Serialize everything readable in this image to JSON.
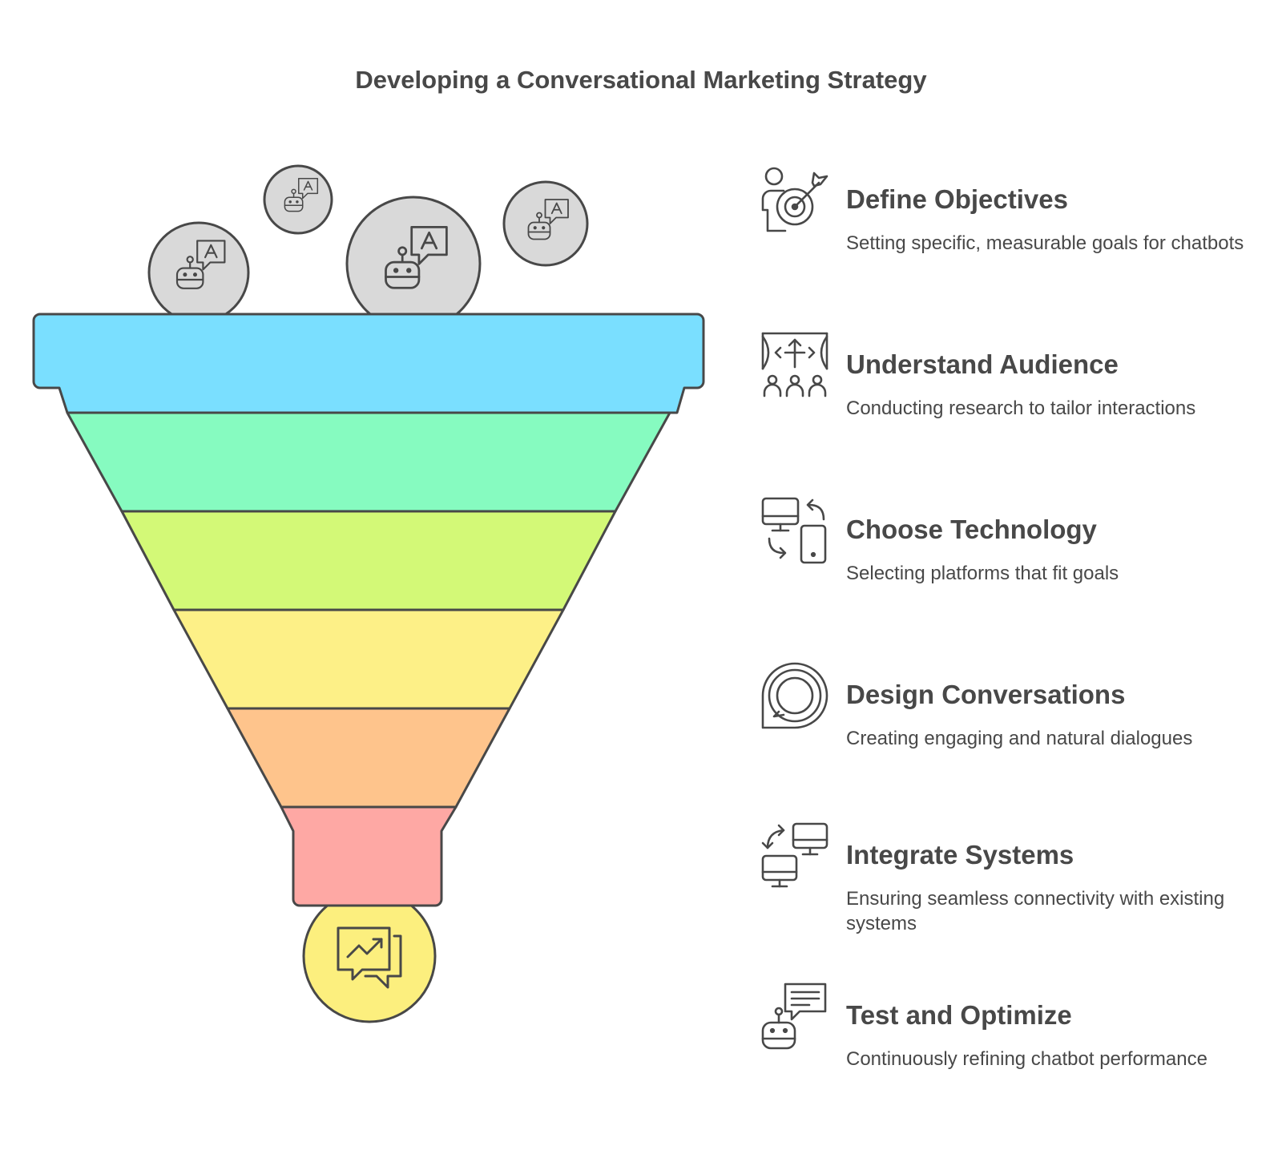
{
  "title": "Developing a Conversational Marketing Strategy",
  "colors": {
    "stroke": "#484848",
    "circle_gray": "#d9d9d9",
    "bottom_circle": "#fcef7e",
    "tiers": [
      "#7adfff",
      "#86fbc0",
      "#d3f977",
      "#fdf087",
      "#fec48c",
      "#fea8a4"
    ]
  },
  "top_icons": [
    "robot-chat-icon",
    "robot-chat-icon",
    "robot-chat-icon",
    "robot-chat-icon"
  ],
  "bottom_icon": "trend-chat-icon",
  "steps": [
    {
      "title": "Define Objectives",
      "desc": "Setting specific, measurable goals for chatbots",
      "icon": "target-person-icon"
    },
    {
      "title": "Understand Audience",
      "desc": "Conducting research to tailor interactions",
      "icon": "audience-stage-icon"
    },
    {
      "title": "Choose Technology",
      "desc": "Selecting platforms that fit goals",
      "icon": "devices-sync-icon"
    },
    {
      "title": "Design Conversations",
      "desc": "Creating engaging and natural dialogues",
      "icon": "chat-bubble-icon"
    },
    {
      "title": "Integrate Systems",
      "desc": "Ensuring seamless connectivity with existing systems",
      "icon": "monitors-connect-icon"
    },
    {
      "title": "Test and Optimize",
      "desc": "Continuously refining chatbot performance",
      "icon": "robot-message-icon"
    }
  ]
}
